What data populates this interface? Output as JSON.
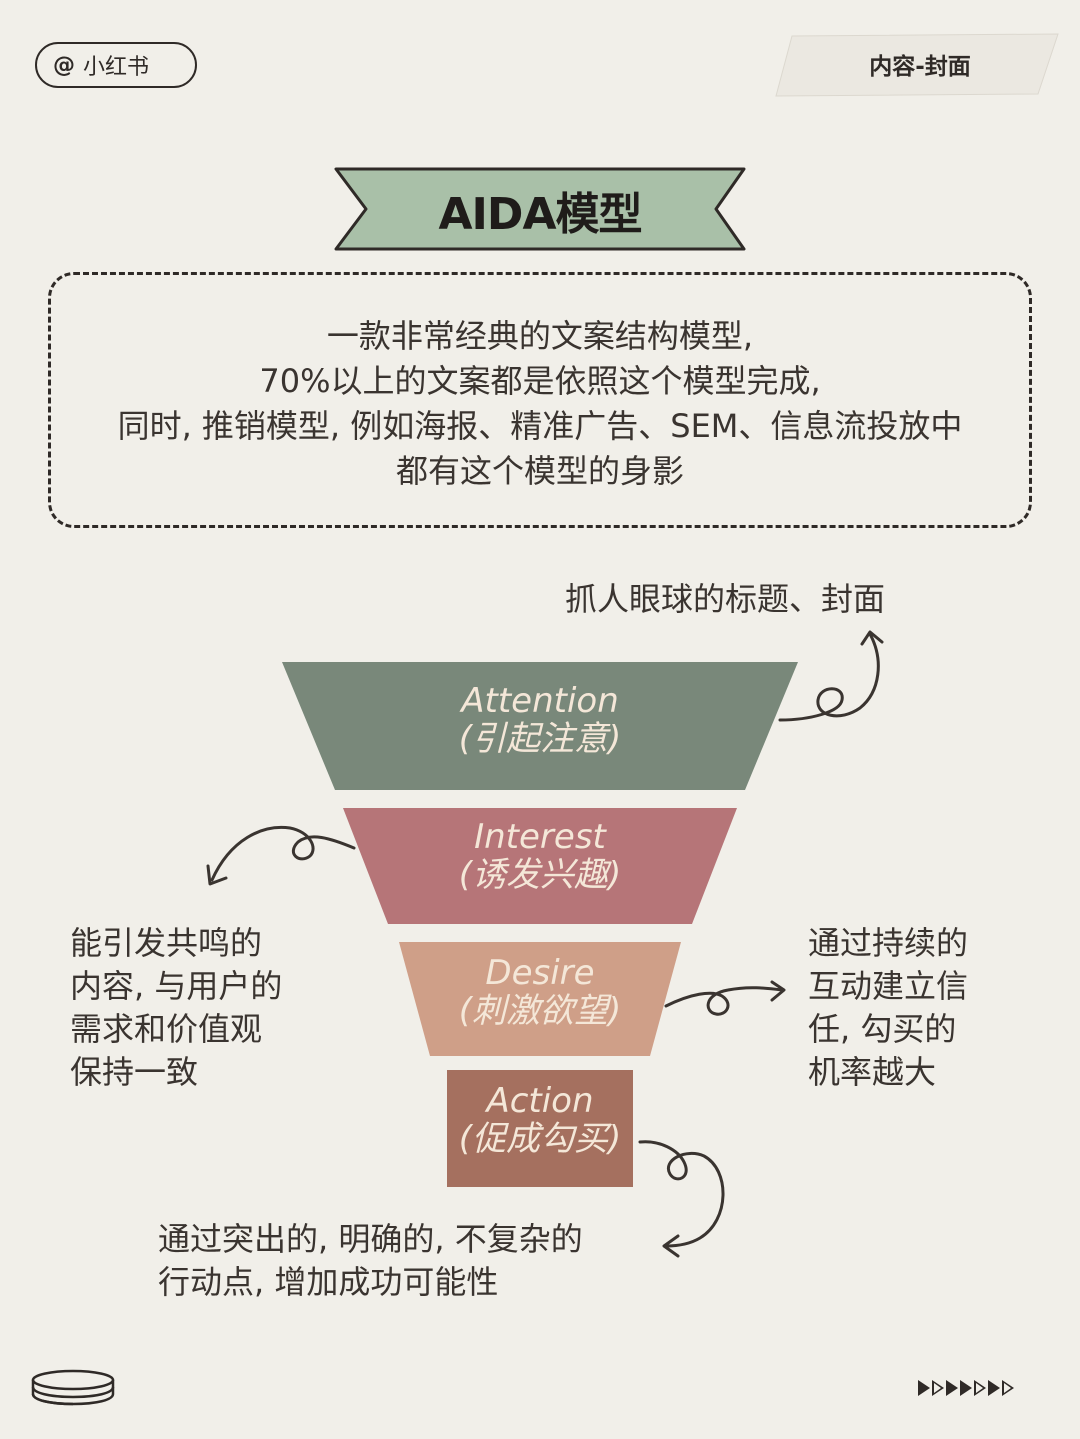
{
  "header": {
    "handle_symbol": "@",
    "handle_name": "小红书",
    "tag": "内容-封面"
  },
  "title": "AIDA模型",
  "description": {
    "lines": [
      "一款非常经典的文案结构模型,",
      "70%以上的文案都是依照这个模型完成,",
      "同时, 推销模型, 例如海报、精准广告、SEM、信息流投放中",
      "都有这个模型的身影"
    ]
  },
  "funnel": {
    "stages": [
      {
        "en": "Attention",
        "cn": "(引起注意)",
        "color": "#79887a"
      },
      {
        "en": "Interest",
        "cn": "(诱发兴趣)",
        "color": "#b67578"
      },
      {
        "en": "Desire",
        "cn": "(刺激欲望)",
        "color": "#cf9f88"
      },
      {
        "en": "Action",
        "cn": "(促成勾买)",
        "color": "#a5705f"
      }
    ]
  },
  "callouts": {
    "top": "抓人眼球的标题、封面",
    "left": "能引发共鸣的内容, 与用户的需求和价值观保持一致",
    "right": "通过持续的互动建立信任, 勾买的机率越大",
    "bottom": "通过突出的, 明确的, 不复杂的行动点, 增加成功可能性"
  },
  "colors": {
    "background": "#f1efe9",
    "ribbon": "#a9c0a8",
    "ink": "#2f2a27"
  },
  "icons": {
    "coin": "coin-stack-icon",
    "pager": "next-arrows-icon"
  }
}
